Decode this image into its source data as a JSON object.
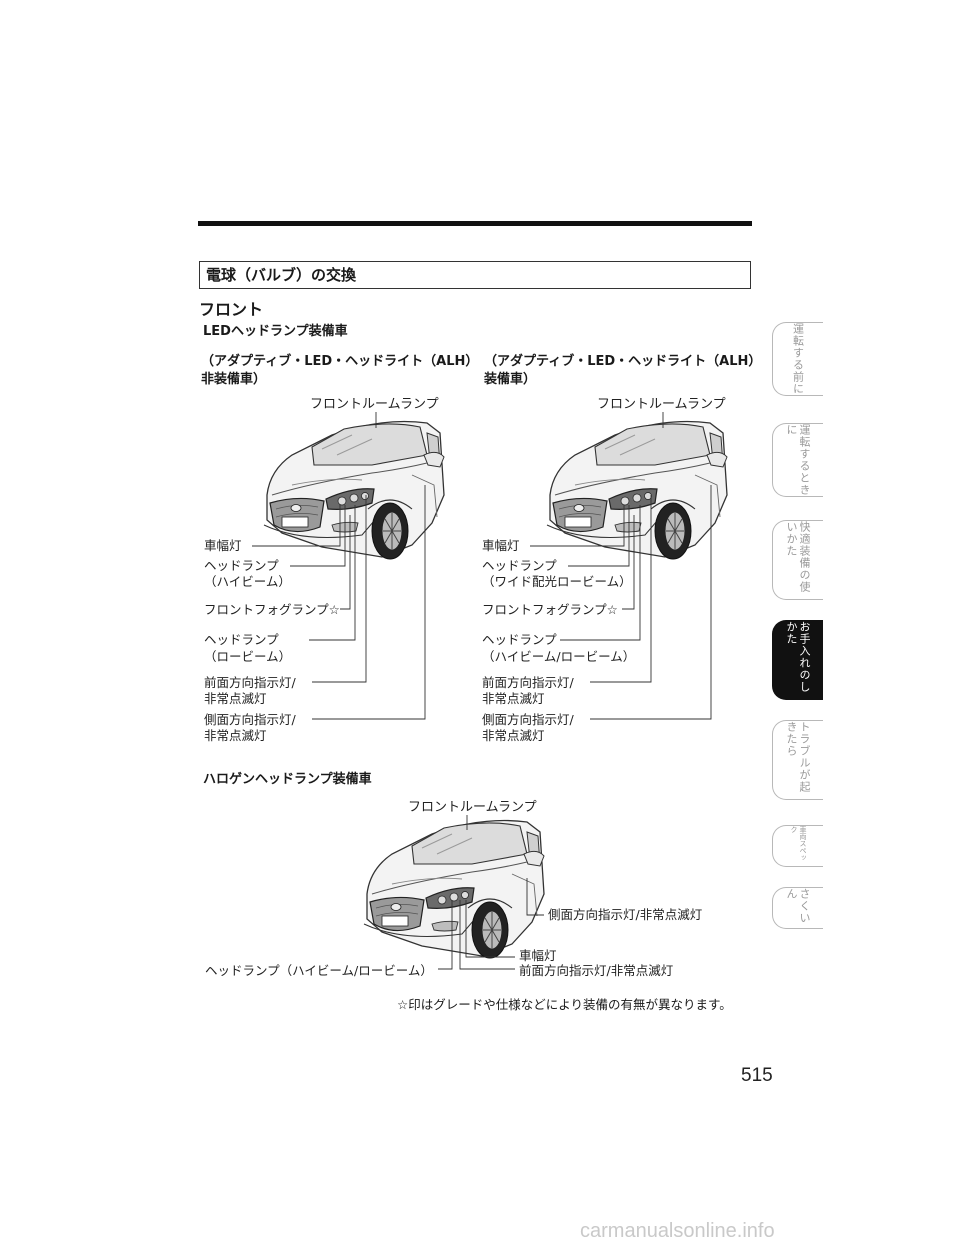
{
  "section": {
    "title": "電球（バルブ）の交換"
  },
  "subsection": {
    "title": "フロント"
  },
  "led": {
    "heading": "LEDヘッドランプ装備車",
    "left": {
      "caption_line1": "（アダプティブ・LED・ヘッドライト（ALH）",
      "caption_line2": "非装備車）",
      "room_lamp": "フロントルームランプ",
      "labels": {
        "width_lamp": "車幅灯",
        "headlamp_a1": "ヘッドランプ",
        "headlamp_a2": "（ハイビーム）",
        "fog": "フロントフォグランプ☆",
        "headlamp_b1": "ヘッドランプ",
        "headlamp_b2": "（ロービーム）",
        "front_turn1": "前面方向指示灯/",
        "front_turn2": "非常点滅灯",
        "side_turn1": "側面方向指示灯/",
        "side_turn2": "非常点滅灯"
      }
    },
    "right": {
      "caption_line1": "（アダプティブ・LED・ヘッドライト（ALH）",
      "caption_line2": "装備車）",
      "room_lamp": "フロントルームランプ",
      "labels": {
        "width_lamp": "車幅灯",
        "headlamp_a1": "ヘッドランプ",
        "headlamp_a2": "（ワイド配光ロービーム）",
        "fog": "フロントフォグランプ☆",
        "headlamp_b1": "ヘッドランプ",
        "headlamp_b2": "（ハイビーム/ロービーム）",
        "front_turn1": "前面方向指示灯/",
        "front_turn2": "非常点滅灯",
        "side_turn1": "側面方向指示灯/",
        "side_turn2": "非常点滅灯"
      }
    }
  },
  "halogen": {
    "heading": "ハロゲンヘッドランプ装備車",
    "room_lamp": "フロントルームランプ",
    "side_turn": "側面方向指示灯/非常点滅灯",
    "width_lamp": "車幅灯",
    "front_turn": "前面方向指示灯/非常点滅灯",
    "headlamp": "ヘッドランプ（ハイビーム/ロービーム）"
  },
  "footnote": "☆印はグレードや仕様などにより装備の有無が異なります。",
  "page_number": "515",
  "watermark": "carmanualsonline.info",
  "side_tabs": [
    {
      "label": "運転する前に",
      "active": false
    },
    {
      "label": "運転するときに",
      "active": false
    },
    {
      "label": "快適装備の使いかた",
      "active": false
    },
    {
      "label": "お手入れのしかた",
      "active": true
    },
    {
      "label": "トラブルが起きたら",
      "active": false
    },
    {
      "label": "車両スペック",
      "active": false
    },
    {
      "label": "さくいん",
      "active": false
    }
  ]
}
